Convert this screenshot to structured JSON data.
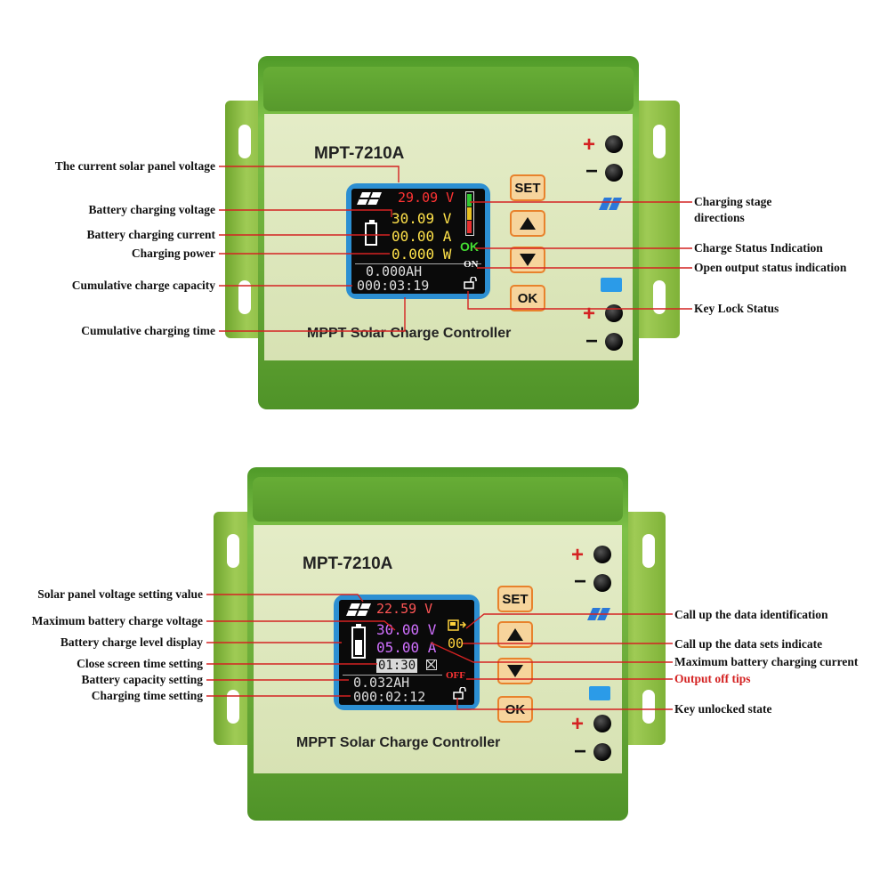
{
  "colors": {
    "leader": "#d42222",
    "accent_red": "#d42222",
    "body_green": "#6aaa38",
    "screen_blue": "#2c8fd2"
  },
  "top": {
    "model": "MPT-7210A",
    "brand": "MPPT Solar Charge Controller",
    "buttons": {
      "set": "SET",
      "ok": "OK"
    },
    "screen": {
      "solar_voltage": "29.09 V",
      "charge_voltage": "30.09 V",
      "charge_current": "00.00 A",
      "power": "0.000 W",
      "status": "OK",
      "output": "ON",
      "capacity": "0.000AH",
      "time": "000:03:19",
      "charge_stage_level": 0.4
    },
    "labels": {
      "solar_voltage": "The current solar panel voltage",
      "charge_voltage": "Battery charging voltage",
      "charge_current": "Battery charging current",
      "power": "Charging power",
      "capacity": "Cumulative charge capacity",
      "time": "Cumulative charging time",
      "stage_line1": "Charging stage",
      "stage_line2": "directions",
      "status": "Charge Status Indication",
      "output": "Open output status indication",
      "lock": "Key Lock Status"
    }
  },
  "bottom": {
    "model": "MPT-7210A",
    "brand": "MPPT Solar Charge Controller",
    "buttons": {
      "set": "SET",
      "ok": "OK"
    },
    "screen": {
      "solar_set": "22.59 V",
      "max_voltage": "30.00 V",
      "max_current": "05.00 A",
      "close_time": "01:30",
      "data_set": "00",
      "output": "OFF",
      "capacity": "0.032AH",
      "time": "000:02:12",
      "battery_level": 0.6
    },
    "labels": {
      "solar_set": "Solar panel voltage setting value",
      "max_voltage": "Maximum battery charge voltage",
      "battery_level": "Battery charge level display",
      "close_time": "Close screen time setting",
      "capacity": "Battery capacity setting",
      "time": "Charging time setting",
      "data_id": "Call up the data identification",
      "data_set": "Call up the data sets indicate",
      "max_current": "Maximum battery charging current",
      "output_off": "Output off tips",
      "unlock": "Key unlocked state"
    }
  }
}
